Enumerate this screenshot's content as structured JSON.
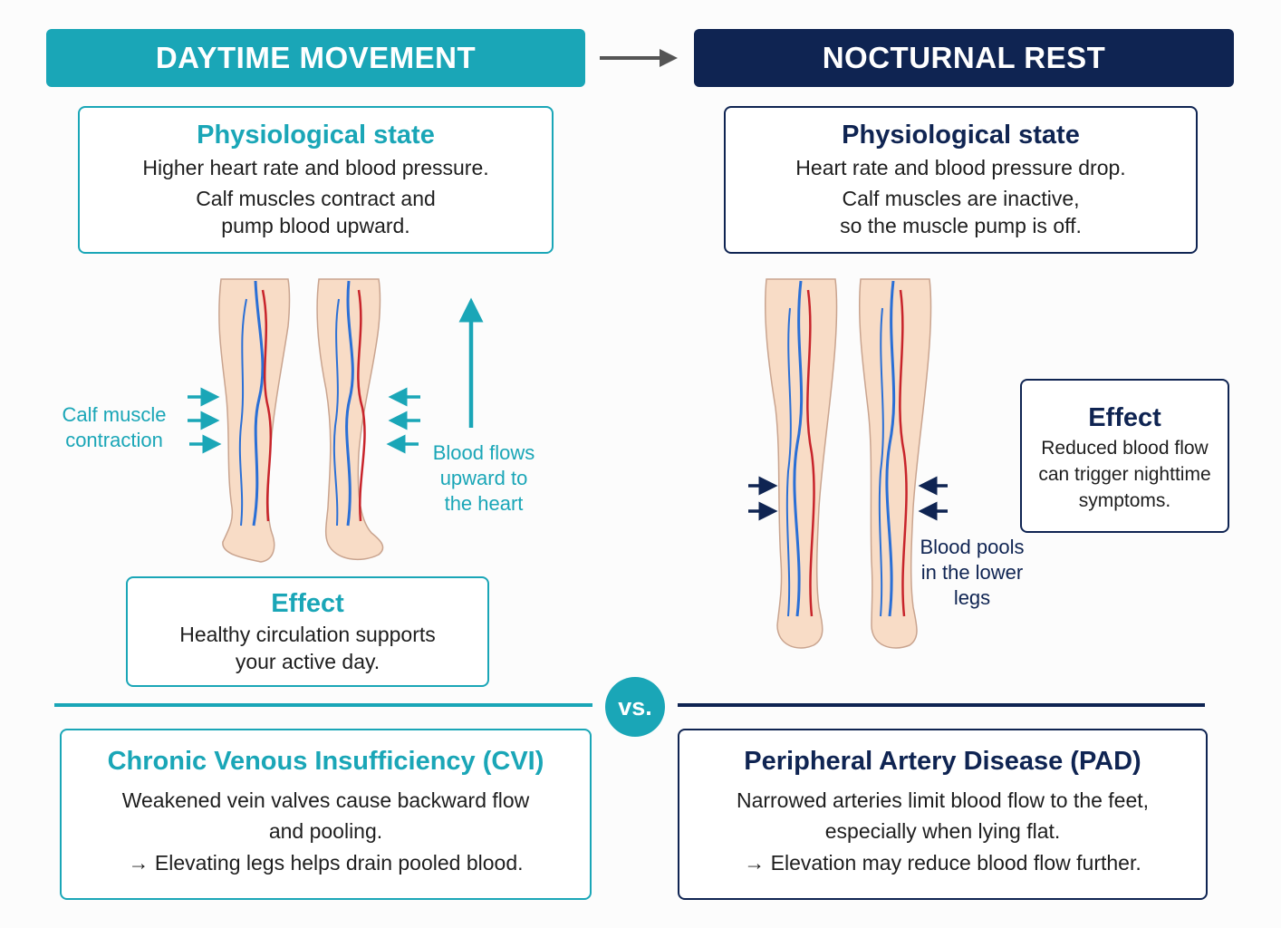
{
  "left": {
    "banner": "DAYTIME MOVEMENT",
    "state": {
      "title": "Physiological state",
      "lines": [
        "Higher heart rate and blood pressure.",
        "Calf muscles contract and",
        "pump blood upward."
      ]
    },
    "calf_label": [
      "Calf muscle",
      "contraction"
    ],
    "flow_label": [
      "Blood flows",
      "upward to",
      "the heart"
    ],
    "effect": {
      "title": "Effect",
      "lines": [
        "Healthy circulation supports",
        "your active day."
      ]
    }
  },
  "right": {
    "banner": "NOCTURNAL REST",
    "state": {
      "title": "Physiological state",
      "lines": [
        "Heart rate and blood pressure drop.",
        "Calf muscles are inactive,",
        "so the muscle pump is off."
      ]
    },
    "pool_label": [
      "Blood pools",
      "in the lower",
      "legs"
    ],
    "effect": {
      "title": "Effect",
      "lines": [
        "Reduced blood flow",
        "can trigger nighttime",
        "symptoms."
      ]
    }
  },
  "vs": "vs.",
  "cvi": {
    "title": "Chronic Venous Insufficiency (CVI)",
    "lines": [
      "Weakened vein valves cause backward flow",
      "and pooling."
    ],
    "note": "→ Elevating legs helps drain pooled blood."
  },
  "pad": {
    "title": "Peripheral Artery Disease (PAD)",
    "lines": [
      "Narrowed arteries limit blood flow to the feet,",
      "especially when lying flat."
    ],
    "note": "→ Elevation may reduce blood flow further."
  },
  "colors": {
    "teal": "#1aa6b7",
    "navy": "#0f2452",
    "vein": "#2a6fd6",
    "artery": "#c8242b",
    "skin": "#f8dcc6"
  }
}
